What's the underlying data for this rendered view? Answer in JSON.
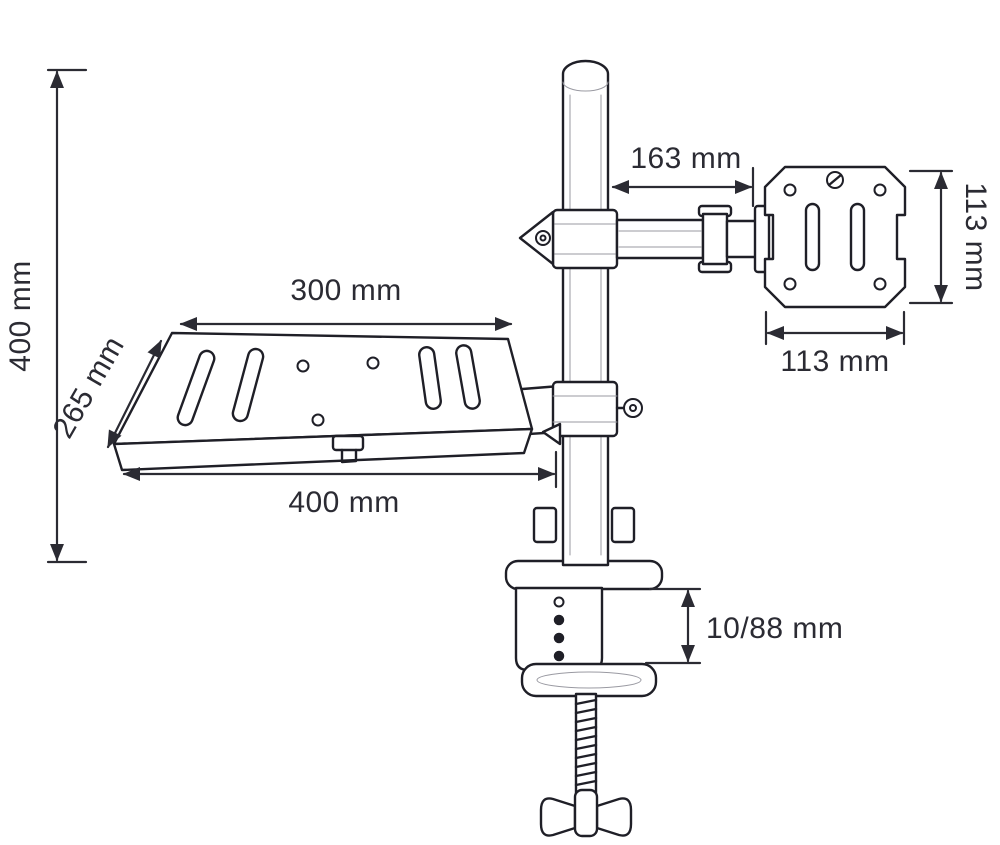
{
  "diagram": {
    "subject": "desk-clamp monitor arm with vesa plate and laptop tray",
    "line_color": "#1f1f27",
    "text_color": "#2b2b33",
    "background": "#ffffff",
    "dimensions": {
      "pole_height": "400 mm",
      "arm_length": "163 mm",
      "vesa_height": "113 mm",
      "vesa_width": "113 mm",
      "tray_top_width": "300 mm",
      "tray_depth": "265 mm",
      "tray_bottom_width": "400 mm",
      "clamp_range": "10/88 mm"
    }
  }
}
